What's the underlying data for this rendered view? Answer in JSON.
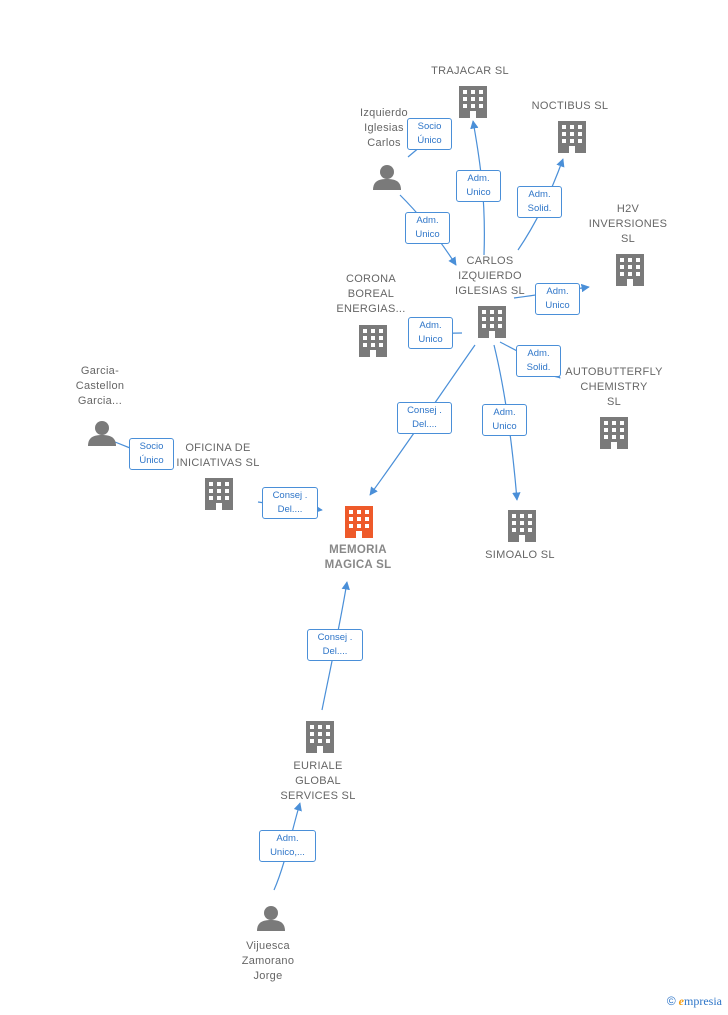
{
  "colors": {
    "edge": "#4a8fd8",
    "building": "#7a7a7a",
    "building_main": "#ee5a2a",
    "person": "#7a7a7a"
  },
  "nodes": {
    "trajacar": {
      "label": "TRAJACAR  SL",
      "icon": "building-icon"
    },
    "noctibus": {
      "label": "NOCTIBUS  SL",
      "icon": "building-icon"
    },
    "izq_carlos": {
      "label": "Izquierdo\nIglesias\nCarlos",
      "icon": "person-icon"
    },
    "h2v": {
      "label": "H2V\nINVERSIONES\nSL",
      "icon": "building-icon"
    },
    "carlos_sl": {
      "label": "CARLOS\nIZQUIERDO\nIGLESIAS SL",
      "icon": "building-icon"
    },
    "corona": {
      "label": "CORONA\nBOREAL\nENERGIAS...",
      "icon": "building-icon"
    },
    "autobutterfly": {
      "label": "AUTOBUTTERFLY\nCHEMISTRY\nSL",
      "icon": "building-icon"
    },
    "garcia": {
      "label": "Garcia-\nCastellon\nGarcia...",
      "icon": "person-icon"
    },
    "oficina": {
      "label": "OFICINA DE\nINICIATIVAS SL",
      "icon": "building-icon"
    },
    "memoria": {
      "label": "MEMORIA\nMAGICA  SL",
      "icon": "building-icon"
    },
    "simoalo": {
      "label": "SIMOALO  SL",
      "icon": "building-icon"
    },
    "euriale": {
      "label": "EURIALE\nGLOBAL\nSERVICES  SL",
      "icon": "building-icon"
    },
    "vijuesca": {
      "label": "Vijuesca\nZamorano\nJorge",
      "icon": "person-icon"
    }
  },
  "edges": {
    "e1": "Socio\nÚnico",
    "e2": "Adm.\nUnico",
    "e3": "Adm.\nUnico",
    "e4": "Adm.\nSolid.",
    "e5": "Adm.\nUnico",
    "e6": "Adm.\nUnico",
    "e7": "Adm.\nSolid.",
    "e8": "Consej .\nDel....",
    "e9": "Adm.\nUnico",
    "e10": "Socio\nÚnico",
    "e11": "Consej .\nDel....",
    "e12": "Consej .\nDel....",
    "e13": "Adm.\nUnico,..."
  },
  "footer": {
    "copyright": "©",
    "brand_e": "e",
    "brand_rest": "mpresia"
  }
}
